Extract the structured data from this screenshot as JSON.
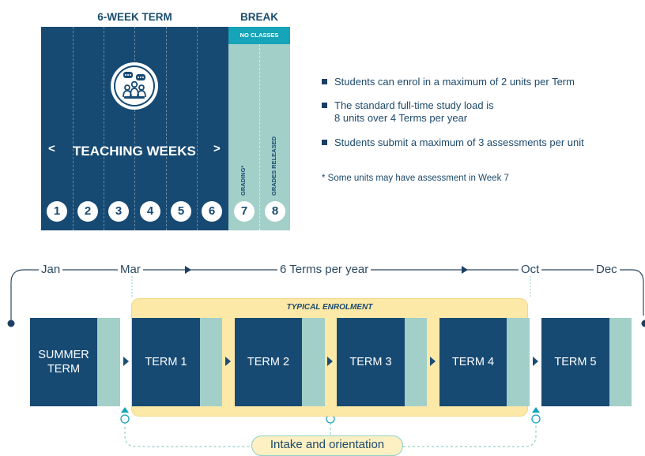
{
  "term_panel": {
    "header_term": "6-WEEK TERM",
    "header_break": "BREAK",
    "no_classes": "NO CLASSES",
    "teaching_weeks": "TEACHING WEEKS",
    "prev_arrow": "<",
    "next_arrow": ">",
    "weeks": [
      "1",
      "2",
      "3",
      "4",
      "5",
      "6",
      "7",
      "8"
    ],
    "grading_label": "GRADING*",
    "grades_released_label": "GRADES RELEASED",
    "icon": "meeting-group-icon"
  },
  "bullets": [
    {
      "lines": [
        "Students can enrol in a maximum of 2 units per Term"
      ]
    },
    {
      "lines": [
        "The standard full-time study load is",
        "8 units over 4 Terms per year"
      ]
    },
    {
      "lines": [
        "Students submit a maximum of 3 assessments per unit"
      ]
    }
  ],
  "footnote": "* Some units may have assessment in Week 7",
  "timeline": {
    "labels": {
      "jan": "Jan",
      "mar": "Mar",
      "center": "6 Terms per year",
      "oct": "Oct",
      "dec": "Dec"
    },
    "typical_enrolment": "TYPICAL ENROLMENT",
    "terms": [
      {
        "line1": "SUMMER",
        "line2": "TERM"
      },
      {
        "line1": "TERM 1",
        "line2": ""
      },
      {
        "line1": "TERM 2",
        "line2": ""
      },
      {
        "line1": "TERM 3",
        "line2": ""
      },
      {
        "line1": "TERM 4",
        "line2": ""
      },
      {
        "line1": "TERM 5",
        "line2": ""
      }
    ],
    "intake": "Intake and orientation"
  },
  "colors": {
    "navy": "#174a73",
    "teal_header": "#15a4b8",
    "teal_light": "#a3cfc9",
    "enrolment_yellow": "#fce9a8",
    "intake_border": "#8fd0c7"
  }
}
